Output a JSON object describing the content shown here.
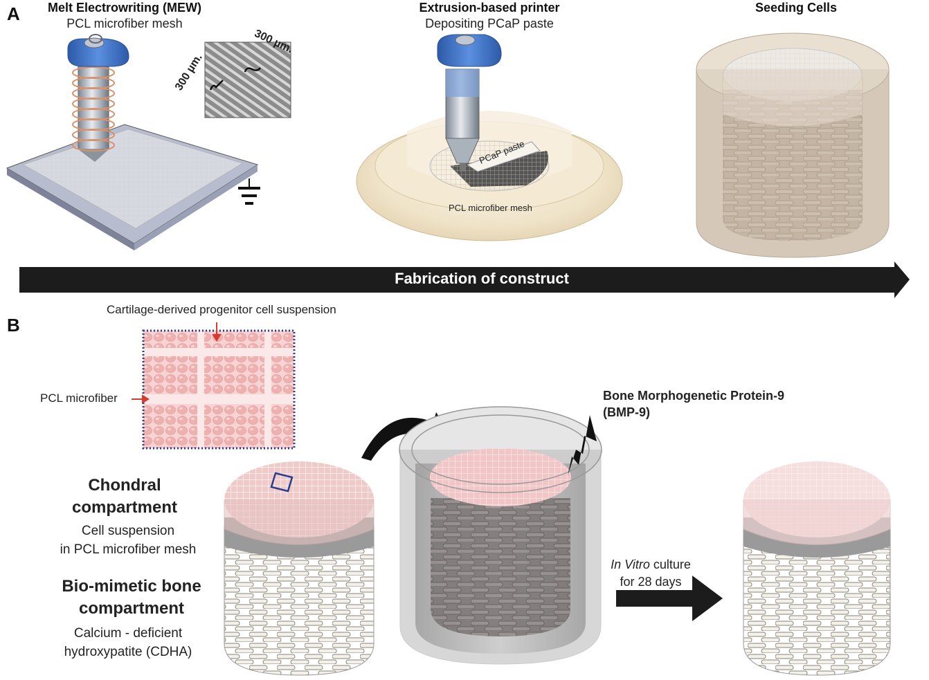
{
  "panel_a": {
    "letter": "A",
    "mew": {
      "title": "Melt Electrowriting (MEW)",
      "subtitle": "PCL microfiber mesh"
    },
    "inset": {
      "dim_top": "300 µm.",
      "dim_left": "300 µm."
    },
    "extrusion": {
      "title": "Extrusion-based printer",
      "subtitle": "Depositing PCaP paste",
      "paste_label": "PCaP paste",
      "mesh_label": "PCL microfiber mesh"
    },
    "seeding": {
      "title": "Seeding Cells"
    },
    "arrow_label": "Fabrication of construct"
  },
  "panel_b": {
    "letter": "B",
    "suspension_label": "Cartilage-derived progenitor cell suspension",
    "microfiber_label": "PCL microfiber",
    "chondral": {
      "title_line1": "Chondral",
      "title_line2": "compartment",
      "desc_line1": "Cell suspension",
      "desc_line2": "in PCL microfiber mesh"
    },
    "bone": {
      "title_line1": "Bio-mimetic bone",
      "title_line2": "compartment",
      "desc_line1": "Calcium - deficient",
      "desc_line2": "hydroxypatite (CDHA)"
    },
    "bmp": {
      "line1": "Bone Morphogenetic Protein-9",
      "line2": "(BMP-9)"
    },
    "culture": {
      "italic": "In Vitro",
      "rest": " culture",
      "line2": "for 28 days"
    }
  },
  "colors": {
    "arrow": "#1c1c1c",
    "pink": "#f2c6c6",
    "blue_cap": "#3a6fc4",
    "paste": "#ede3cf",
    "bone": "#f2ede4",
    "mesh_dots": "#2b3d8f",
    "red_arrow": "#d83a2e"
  }
}
